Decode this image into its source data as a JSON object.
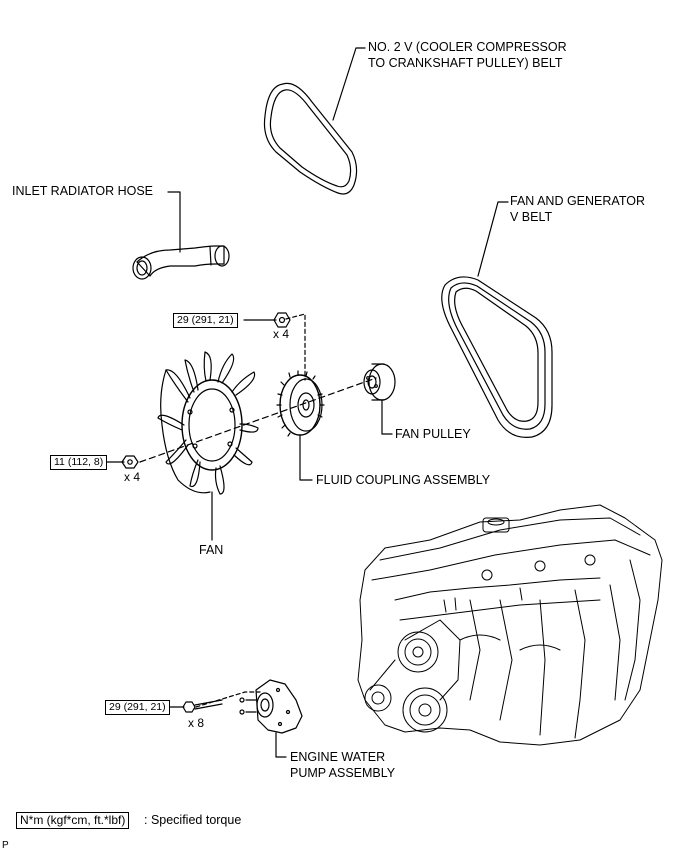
{
  "labels": {
    "belt_no2_line1": "NO. 2 V (COOLER COMPRESSOR",
    "belt_no2_line2": "TO CRANKSHAFT PULLEY) BELT",
    "inlet_hose": "INLET RADIATOR HOSE",
    "fan_belt_line1": "FAN AND GENERATOR",
    "fan_belt_line2": "V BELT",
    "fan_pulley": "FAN PULLEY",
    "fluid_coupling": "FLUID COUPLING ASSEMBLY",
    "fan": "FAN",
    "water_pump_line1": "ENGINE WATER",
    "water_pump_line2": "PUMP ASSEMBLY"
  },
  "torques": {
    "coupling_nut": "29 (291, 21)",
    "fan_nut": "11 (112, 8)",
    "pump_bolt": "29 (291, 21)"
  },
  "quantities": {
    "coupling_nut": "x 4",
    "fan_nut": "x 4",
    "pump_bolt": "x 8"
  },
  "legend": {
    "unit_box": "N*m (kgf*cm, ft.*lbf)",
    "description": ": Specified torque"
  },
  "corner_mark": "P"
}
